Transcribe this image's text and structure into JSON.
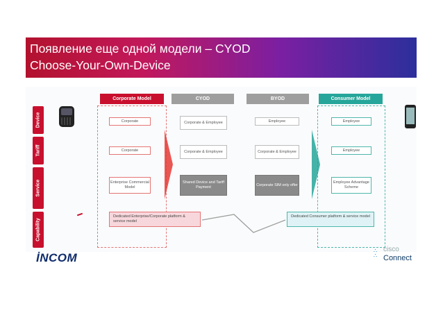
{
  "title": {
    "line1": "Появление еще одной модели – CYOD",
    "line2": "Choose-Your-Own-Device"
  },
  "lanes": [
    "Device",
    "Tariff",
    "Service",
    "Capability"
  ],
  "columns": [
    {
      "label": "Corporate Model",
      "color": "#c8102e"
    },
    {
      "label": "CYOD",
      "color": "#9e9e9e"
    },
    {
      "label": "BYOD",
      "color": "#9e9e9e"
    },
    {
      "label": "Consumer Model",
      "color": "#26a69a"
    }
  ],
  "cells": {
    "corporate": [
      "Corporate",
      "Corporate",
      "Enterprise Commercial Model"
    ],
    "cyod": [
      "Corporate & Employee",
      "Corporate & Employee",
      "Shared Device and Tariff Payment"
    ],
    "byod": [
      "Employee",
      "Corporate & Employee",
      "Corporate SIM only offer"
    ],
    "consumer": [
      "Employee",
      "Employee",
      "Employee Advantage Scheme"
    ]
  },
  "platforms": {
    "corporate": "Dedicated Enterprise/Corporate platform & service model",
    "consumer": "Dedicated Consumer platform & service model"
  },
  "logos": {
    "incom": "İNCOM",
    "cisco_top": "cisco",
    "cisco_bottom": "Connect"
  },
  "colors": {
    "banner_start": "#b3122e",
    "banner_end": "#2c2f9c",
    "corporate": "#c8102e",
    "consumer": "#26a69a"
  }
}
